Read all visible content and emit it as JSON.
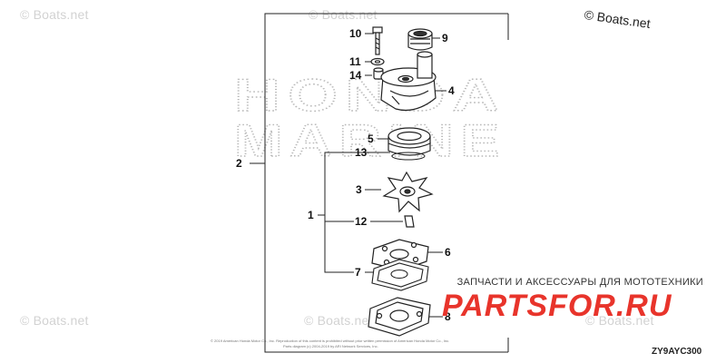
{
  "watermarks": {
    "site": "© Boats.net",
    "site_main": "© Boats.net"
  },
  "brand_backdrop": {
    "line1": "HONDA",
    "line2": "MARINE"
  },
  "callouts": {
    "c1": "1",
    "c2": "2",
    "c3": "3",
    "c4": "4",
    "c5": "5",
    "c6": "6",
    "c7": "7",
    "c8": "8",
    "c9": "9",
    "c10": "10",
    "c11": "11",
    "c12": "12",
    "c13": "13",
    "c14": "14"
  },
  "footer": {
    "copyright_line1": "© 2019 American Honda Motor Co., Inc. Reproduction of this content is prohibited without prior written permission of American Honda Motor Co., Inc.",
    "copyright_line2": "Parts diagram (c) 2004-2019 by ARI Network Services, Inc.",
    "diagram_code": "ZY9AYC300"
  },
  "promo": {
    "tagline": "ЗАПЧАСТИ И АКСЕССУАРЫ ДЛЯ МОТОТЕХНИКИ",
    "logo": "PARTSFOR.RU"
  },
  "colors": {
    "line": "#222222",
    "watermark": "#d2d2d2",
    "logo_red": "#e8342b"
  }
}
